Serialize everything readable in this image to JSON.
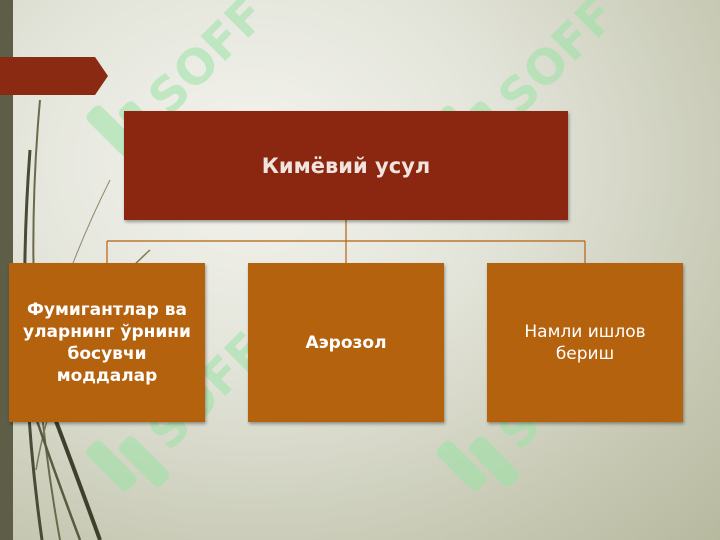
{
  "diagram": {
    "root": {
      "label": "Кимёвий усул"
    },
    "children": [
      {
        "label": "Фумигантлар ва уларнинг ўрнини босувчи моддалар"
      },
      {
        "label": "Аэрозол"
      },
      {
        "label": "Намли ишлов бериш"
      }
    ]
  },
  "watermark": {
    "text": "SOFF"
  },
  "colors": {
    "root_fill": "#8b2710",
    "child_fill": "#b5620f",
    "connector": "#b5620f",
    "accent": "#8b2a12",
    "watermark": "#9be3a6"
  }
}
